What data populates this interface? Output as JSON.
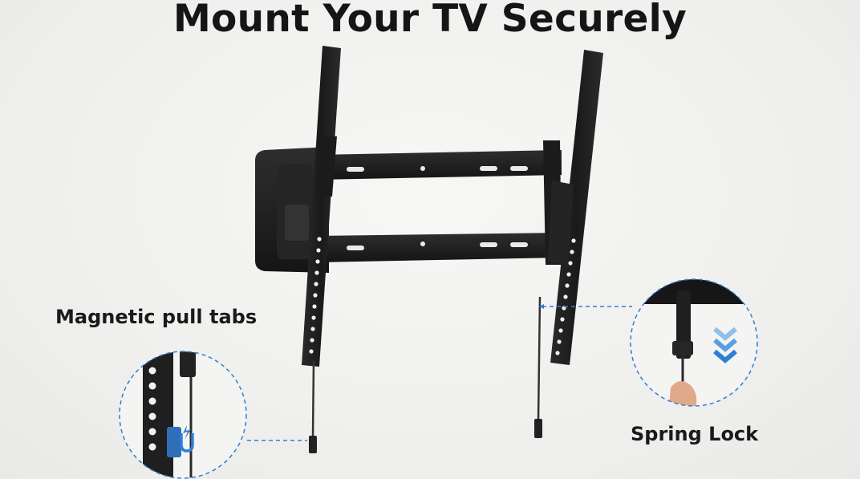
{
  "title": "Mount Your TV Securely",
  "callouts": {
    "magnetic_label": "Magnetic pull tabs",
    "spring_label": "Spring Lock"
  },
  "colors": {
    "background": "#f2f2f0",
    "bracket": "#1e1e1e",
    "accent_blue": "#2f7fd4",
    "title_text": "#151515"
  },
  "icons": {
    "magnet": "magnet-icon",
    "arrows": "triple-chevron-down-icon"
  }
}
